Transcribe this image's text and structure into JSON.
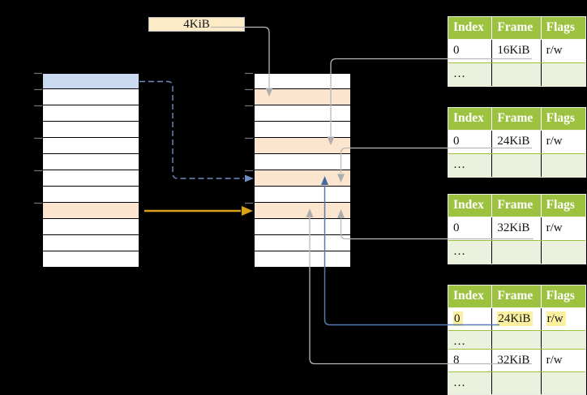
{
  "page_size_label": "4KiB",
  "memory_columns": {
    "left": {
      "rows": [
        "blue",
        "plain",
        "plain",
        "plain",
        "plain",
        "plain",
        "plain",
        "plain",
        "orange",
        "plain",
        "plain",
        "plain"
      ]
    },
    "middle": {
      "rows": [
        "plain",
        "orange",
        "plain",
        "plain",
        "orange",
        "plain",
        "orange",
        "plain",
        "orange",
        "plain",
        "plain",
        "plain"
      ]
    }
  },
  "page_tables": [
    {
      "headers": [
        "Index",
        "Frame",
        "Flags"
      ],
      "rows": [
        {
          "cells": [
            "0",
            "16KiB",
            "r/w"
          ],
          "shade": "white"
        },
        {
          "cells": [
            "…",
            "",
            ""
          ],
          "shade": "green"
        }
      ]
    },
    {
      "headers": [
        "Index",
        "Frame",
        "Flags"
      ],
      "rows": [
        {
          "cells": [
            "0",
            "24KiB",
            "r/w"
          ],
          "shade": "white"
        },
        {
          "cells": [
            "…",
            "",
            ""
          ],
          "shade": "green"
        }
      ]
    },
    {
      "headers": [
        "Index",
        "Frame",
        "Flags"
      ],
      "rows": [
        {
          "cells": [
            "0",
            "32KiB",
            "r/w"
          ],
          "shade": "white"
        },
        {
          "cells": [
            "…",
            "",
            ""
          ],
          "shade": "green"
        }
      ]
    },
    {
      "headers": [
        "Index",
        "Frame",
        "Flags"
      ],
      "rows": [
        {
          "cells": [
            "0",
            "24KiB",
            "r/w"
          ],
          "shade": "white",
          "highlighted": true
        },
        {
          "cells": [
            "…",
            "",
            ""
          ],
          "shade": "green"
        },
        {
          "cells": [
            "8",
            "32KiB",
            "r/w"
          ],
          "shade": "white"
        },
        {
          "cells": [
            "…",
            "",
            ""
          ],
          "shade": "green"
        }
      ]
    }
  ],
  "colors": {
    "background": "#000000",
    "memory_row_white": "#FFFFFF",
    "memory_row_blue": "#C9DAF1",
    "memory_row_orange": "#FCE5CE",
    "label_box_fill": "#FCEBC6",
    "label_box_border": "#BDBDBD",
    "table_header_green": "#9CC23F",
    "table_row_green": "#EAF1DC",
    "cell_highlight_yellow": "#FAF0A0",
    "arrow_gray": "#B9B9B9",
    "arrow_gray_head": "#ADADAD",
    "arrow_blue": "#5579B0",
    "arrow_blue_head": "#47689E",
    "arrow_dashed_blue": "#6C8EBF",
    "arrow_orange": "#D9A118",
    "tick_gray": "#737373"
  }
}
